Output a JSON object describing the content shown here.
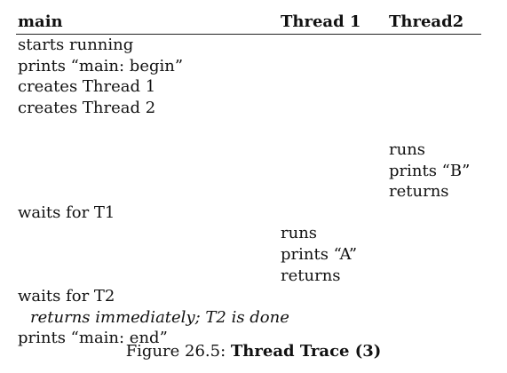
{
  "table": {
    "headers": {
      "main": "main",
      "thread1": "Thread 1",
      "thread2": "Thread2"
    },
    "rows": [
      {
        "main": "starts running",
        "t1": "",
        "t2": ""
      },
      {
        "main": "prints “main: begin”",
        "t1": "",
        "t2": ""
      },
      {
        "main": "creates Thread 1",
        "t1": "",
        "t2": ""
      },
      {
        "main": "creates Thread 2",
        "t1": "",
        "t2": ""
      },
      {
        "main": "",
        "t1": "",
        "t2": ""
      },
      {
        "main": "",
        "t1": "",
        "t2": "runs"
      },
      {
        "main": "",
        "t1": "",
        "t2": "prints “B”"
      },
      {
        "main": "",
        "t1": "",
        "t2": "returns"
      },
      {
        "main": "waits for T1",
        "t1": "",
        "t2": ""
      },
      {
        "main": "",
        "t1": "runs",
        "t2": ""
      },
      {
        "main": "",
        "t1": "prints “A”",
        "t2": ""
      },
      {
        "main": "",
        "t1": "returns",
        "t2": ""
      },
      {
        "main": "waits for T2",
        "t1": "",
        "t2": ""
      },
      {
        "main": "returns immediately; T2 is done",
        "t1": "",
        "t2": "",
        "italic": true
      },
      {
        "main": "prints “main: end”",
        "t1": "",
        "t2": ""
      }
    ]
  },
  "caption": {
    "prefix": "Figure 26.5: ",
    "title": "Thread Trace (3)"
  }
}
